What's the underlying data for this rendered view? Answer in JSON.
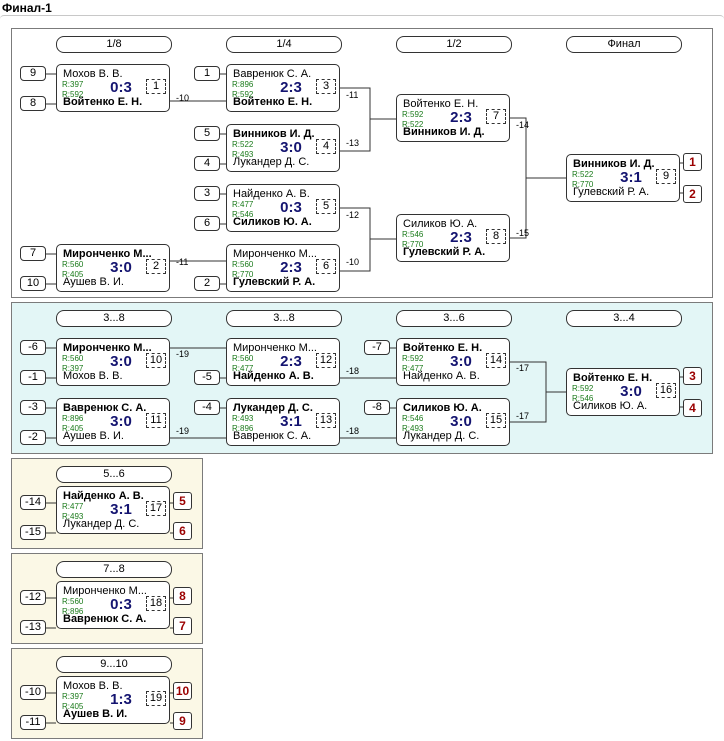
{
  "title": "Финал-1",
  "panels": [
    {
      "id": "main",
      "bg": "#ffffff",
      "headers": [
        "1/8",
        "1/4",
        "1/2",
        "Финал"
      ],
      "seeds": [
        "9",
        "8",
        "1",
        "5",
        "4",
        "3",
        "6",
        "7",
        "10",
        "2"
      ],
      "labels": [
        "-10",
        "-11",
        "-13",
        "-12",
        "-11",
        "-10",
        "-14",
        "-15"
      ],
      "places": [
        "1",
        "2"
      ],
      "matches": [
        {
          "p1": "Мохов В. В.",
          "r1": "R:397",
          "p2": "Войтенко Е. Н.",
          "r2": "R:592",
          "score": "0:3",
          "num": "1",
          "win": 2
        },
        {
          "p1": "Вавренюк С. А.",
          "r1": "R:896",
          "p2": "Войтенко Е. Н.",
          "r2": "R:592",
          "score": "2:3",
          "num": "3",
          "win": 2
        },
        {
          "p1": "Винников И. Д.",
          "r1": "R:522",
          "p2": "Лукандер Д. С.",
          "r2": "R:493",
          "score": "3:0",
          "num": "4",
          "win": 1
        },
        {
          "p1": "Найденко А. В.",
          "r1": "R:477",
          "p2": "Силиков Ю. А.",
          "r2": "R:546",
          "score": "0:3",
          "num": "5",
          "win": 2
        },
        {
          "p1": "Миронченко М...",
          "r1": "R:560",
          "p2": "Аушев В. И.",
          "r2": "R:405",
          "score": "3:0",
          "num": "2",
          "win": 1
        },
        {
          "p1": "Миронченко М...",
          "r1": "R:560",
          "p2": "Гулевский Р. А.",
          "r2": "R:770",
          "score": "2:3",
          "num": "6",
          "win": 2
        },
        {
          "p1": "Войтенко Е. Н.",
          "r1": "R:592",
          "p2": "Винников И. Д.",
          "r2": "R:522",
          "score": "2:3",
          "num": "7",
          "win": 2
        },
        {
          "p1": "Силиков Ю. А.",
          "r1": "R:546",
          "p2": "Гулевский Р. А.",
          "r2": "R:770",
          "score": "2:3",
          "num": "8",
          "win": 2
        },
        {
          "p1": "Винников И. Д.",
          "r1": "R:522",
          "p2": "Гулевский Р. А.",
          "r2": "R:770",
          "score": "3:1",
          "num": "9",
          "win": 1
        }
      ]
    },
    {
      "id": "p3_8",
      "bg": "#e3f6f6",
      "headers": [
        "3...8",
        "3...8",
        "3...6",
        "3...4"
      ],
      "seeds": [
        "-6",
        "-1",
        "-3",
        "-2",
        "-5",
        "-4",
        "-7",
        "-8"
      ],
      "labels": [
        "-19",
        "-19",
        "-18",
        "-18",
        "-17",
        "-17"
      ],
      "places": [
        "3",
        "4"
      ],
      "matches": [
        {
          "p1": "Миронченко М...",
          "r1": "R:560",
          "p2": "Мохов В. В.",
          "r2": "R:397",
          "score": "3:0",
          "num": "10",
          "win": 1
        },
        {
          "p1": "Вавренюк С. А.",
          "r1": "R:896",
          "p2": "Аушев В. И.",
          "r2": "R:405",
          "score": "3:0",
          "num": "11",
          "win": 1
        },
        {
          "p1": "Миронченко М...",
          "r1": "R:560",
          "p2": "Найденко А. В.",
          "r2": "R:477",
          "score": "2:3",
          "num": "12",
          "win": 2
        },
        {
          "p1": "Лукандер Д. С.",
          "r1": "R:493",
          "p2": "Вавренюк С. А.",
          "r2": "R:896",
          "score": "3:1",
          "num": "13",
          "win": 1
        },
        {
          "p1": "Войтенко Е. Н.",
          "r1": "R:592",
          "p2": "Найденко А. В.",
          "r2": "R:477",
          "score": "3:0",
          "num": "14",
          "win": 1
        },
        {
          "p1": "Силиков Ю. А.",
          "r1": "R:546",
          "p2": "Лукандер Д. С.",
          "r2": "R:493",
          "score": "3:0",
          "num": "15",
          "win": 1
        },
        {
          "p1": "Войтенко Е. Н.",
          "r1": "R:592",
          "p2": "Силиков Ю. А.",
          "r2": "R:546",
          "score": "3:0",
          "num": "16",
          "win": 1
        }
      ]
    },
    {
      "id": "p5_6",
      "bg": "#fbf8e6",
      "headers": [
        "5...6"
      ],
      "seeds": [
        "-14",
        "-15"
      ],
      "labels": [],
      "places": [
        "5",
        "6"
      ],
      "matches": [
        {
          "p1": "Найденко А. В.",
          "r1": "R:477",
          "p2": "Лукандер Д. С.",
          "r2": "R:493",
          "score": "3:1",
          "num": "17",
          "win": 1
        }
      ]
    },
    {
      "id": "p7_8",
      "bg": "#fbf8e6",
      "headers": [
        "7...8"
      ],
      "seeds": [
        "-12",
        "-13"
      ],
      "labels": [],
      "places": [
        "8",
        "7"
      ],
      "matches": [
        {
          "p1": "Миронченко М...",
          "r1": "R:560",
          "p2": "Вавренюк С. А.",
          "r2": "R:896",
          "score": "0:3",
          "num": "18",
          "win": 2
        }
      ]
    },
    {
      "id": "p9_10",
      "bg": "#fbf8e6",
      "headers": [
        "9...10"
      ],
      "seeds": [
        "-10",
        "-11"
      ],
      "labels": [],
      "places": [
        "10",
        "9"
      ],
      "matches": [
        {
          "p1": "Мохов В. В.",
          "r1": "R:397",
          "p2": "Аушев В. И.",
          "r2": "R:405",
          "score": "1:3",
          "num": "19",
          "win": 2
        }
      ]
    }
  ]
}
